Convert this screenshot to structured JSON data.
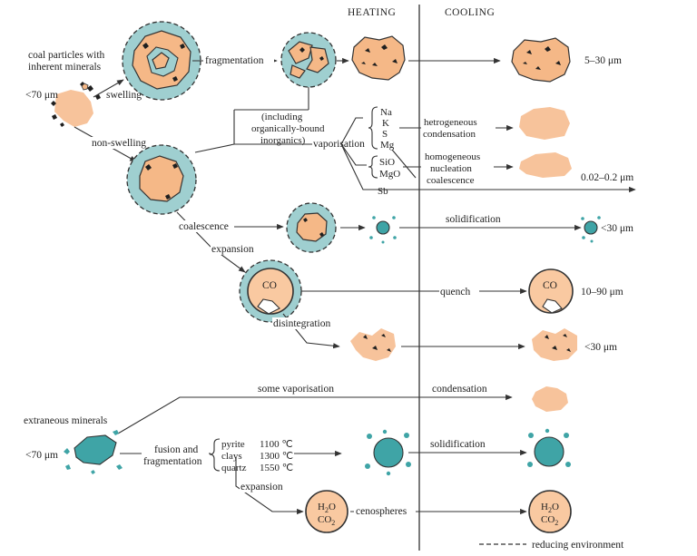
{
  "headers": {
    "heating": "HEATING",
    "cooling": "COOLING"
  },
  "labels": {
    "coal_particles_1": "coal particles with",
    "coal_particles_2": "inherent minerals",
    "size_lt70_top": "<70 μm",
    "swelling": "swelling",
    "fragmentation": "fragmentation",
    "size_5_30": "5–30 μm",
    "including_1": "(including",
    "including_2": "organically-bound",
    "including_3": "inorganics)",
    "non_swelling": "non-swelling",
    "vaporisation": "vaporisation",
    "el_na": "Na",
    "el_k": "K",
    "el_s": "S",
    "el_mg": "Mg",
    "el_sio": "SiO",
    "el_mgo": "MgO",
    "el_sb": "Sb",
    "hetero_1": "hetrogeneous",
    "hetero_2": "condensation",
    "homo_1": "homogeneous",
    "homo_2": "nucleation",
    "homo_3": "coalescence",
    "size_002_02": "0.02–0.2 μm",
    "coalescence": "coalescence",
    "solidification_1": "solidification",
    "size_lt30_1": "<30 μm",
    "expansion_1": "expansion",
    "co_1": "CO",
    "quench": "quench",
    "co_2": "CO",
    "size_10_90": "10–90 μm",
    "disintegration": "disintegration",
    "size_lt30_2": "<30 μm",
    "some_vaporisation": "some vaporisation",
    "condensation": "condensation",
    "extraneous": "extraneous minerals",
    "size_lt70_bottom": "<70 μm",
    "fusion_1": "fusion and",
    "fusion_2": "fragmentation",
    "pyrite": "pyrite",
    "pyrite_t": "1100 ℃",
    "clays": "clays",
    "clays_t": "1300 ℃",
    "quartz": "quartz",
    "quartz_t": "1550 ℃",
    "solidification_2": "solidification",
    "expansion_2": "expansion",
    "h2o_a": "H",
    "h2o_sub": "2",
    "h2o_b": "O",
    "co2_a": "CO",
    "co2_sub": "2",
    "cenospheres": "cenospheres",
    "h2o2_a": "H",
    "h2o2_sub": "2",
    "h2o2_b": "O",
    "co22_a": "CO",
    "co22_sub": "2",
    "reducing": "reducing environment"
  },
  "colors": {
    "coal": "#f5b887",
    "halo": "#9fcfd0",
    "mineral_teal": "#3fa4a6",
    "inclusions": "#1f1f1f"
  }
}
